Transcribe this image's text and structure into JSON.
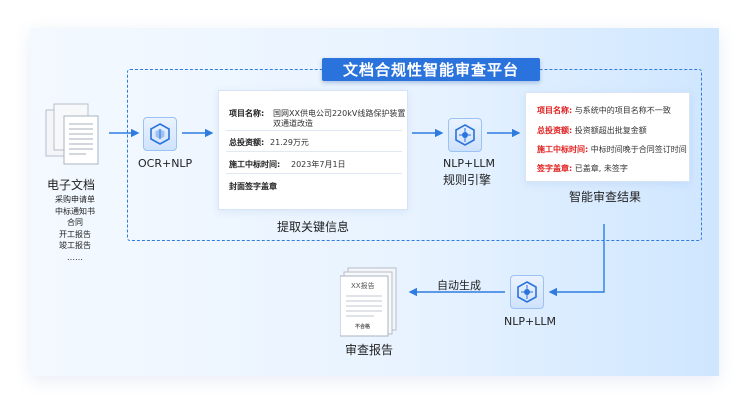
{
  "platform": {
    "title": "文档合规性智能审查平台"
  },
  "input": {
    "title": "电子文档",
    "doc_types": [
      "采购申请单",
      "中标通知书",
      "合同",
      "开工报告",
      "竣工报告",
      "……"
    ]
  },
  "steps": {
    "ocr_label": "OCR+NLP",
    "extract_title": "提取关键信息",
    "rule_engine_line1": "NLP+LLM",
    "rule_engine_line2": "规则引擎",
    "result_title": "智能审查结果",
    "auto_generate": "自动生成",
    "nlp_llm_bottom": "NLP+LLM",
    "report_title": "审查报告"
  },
  "extracted": {
    "project_name_key": "项目名称:",
    "project_name_value_line1": "国网XX供电公司220kV线路保护装置",
    "project_name_value_line2": "双通道改造",
    "investment_key": "总投资额:",
    "investment_value": "21.29万元",
    "bid_time_key": "施工中标时间:",
    "bid_time_value": "2023年7月1日",
    "cover_sign_key": "封面签字盖章"
  },
  "results": {
    "project_name_key": "项目名称:",
    "project_name_value": "与系统中的项目名称不一致",
    "investment_key": "总投资额:",
    "investment_value": "投资额超出批复金额",
    "bid_time_key": "施工中标时间:",
    "bid_time_value": "中标时间晚于合同签订时间",
    "sign_key": "签字盖章:",
    "sign_value": "已盖章, 未签字"
  },
  "report_doc": {
    "header": "XX报告",
    "stamp": "不合格"
  },
  "colors": {
    "accent": "#2a72dc",
    "alert": "#e02020",
    "arrow": "#2f7ce0"
  }
}
